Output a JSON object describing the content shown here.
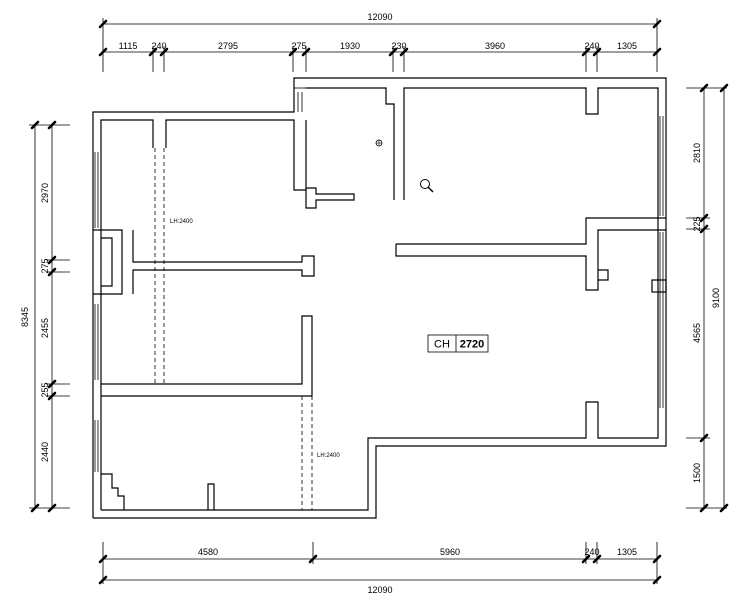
{
  "dimensions": {
    "top_total": "12090",
    "top_segments": [
      "1115",
      "240",
      "2795",
      "275",
      "1930",
      "230",
      "3960",
      "240",
      "1305"
    ],
    "bottom_segments": [
      "4580",
      "5960",
      "240",
      "1305"
    ],
    "bottom_total": "12090",
    "left_total": "8345",
    "left_segments": [
      "2970",
      "275",
      "2455",
      "255",
      "2440"
    ],
    "right_total": "9100",
    "right_segments": [
      "2810",
      "225",
      "4565",
      "1500"
    ]
  },
  "labels": {
    "lh_left": "LH:2400",
    "lh_bottom": "LH:2400",
    "ch_label": "CH",
    "ch_value": "2720"
  },
  "icons": [
    "magnifier-icon",
    "floor-drain-icon"
  ]
}
